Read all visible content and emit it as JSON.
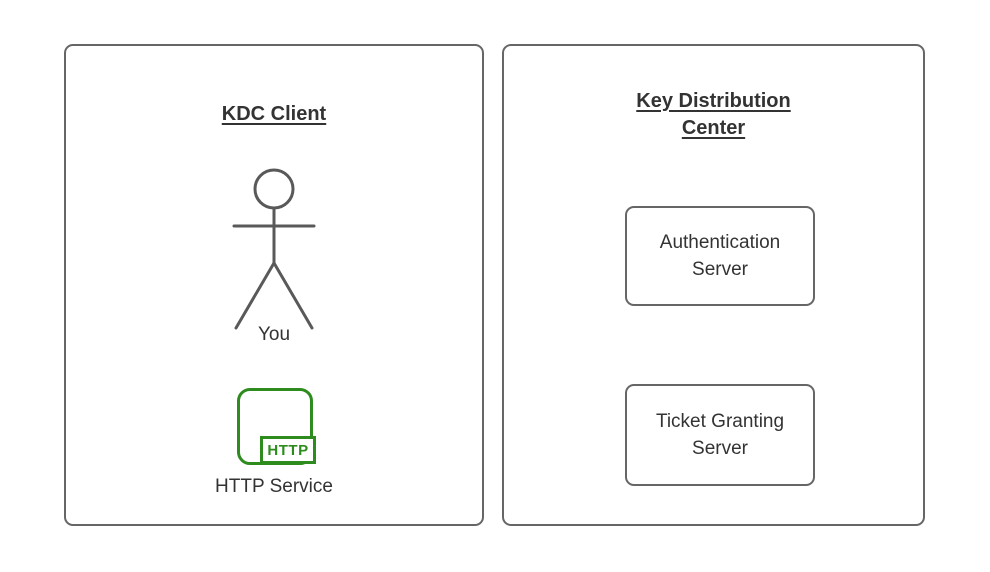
{
  "colors": {
    "background": "#ffffff",
    "panel-border": "#666666",
    "actor-stroke": "#595959",
    "text": "#333333",
    "green": "#2e8b1e"
  },
  "client_panel": {
    "title": "KDC Client",
    "actor_label": "You",
    "service_icon_badge": "HTTP",
    "service_label": "HTTP Service"
  },
  "kdc_panel": {
    "title": "Key Distribution Center",
    "nodes": [
      {
        "label": "Authentication Server"
      },
      {
        "label": "Ticket Granting Server"
      }
    ]
  }
}
